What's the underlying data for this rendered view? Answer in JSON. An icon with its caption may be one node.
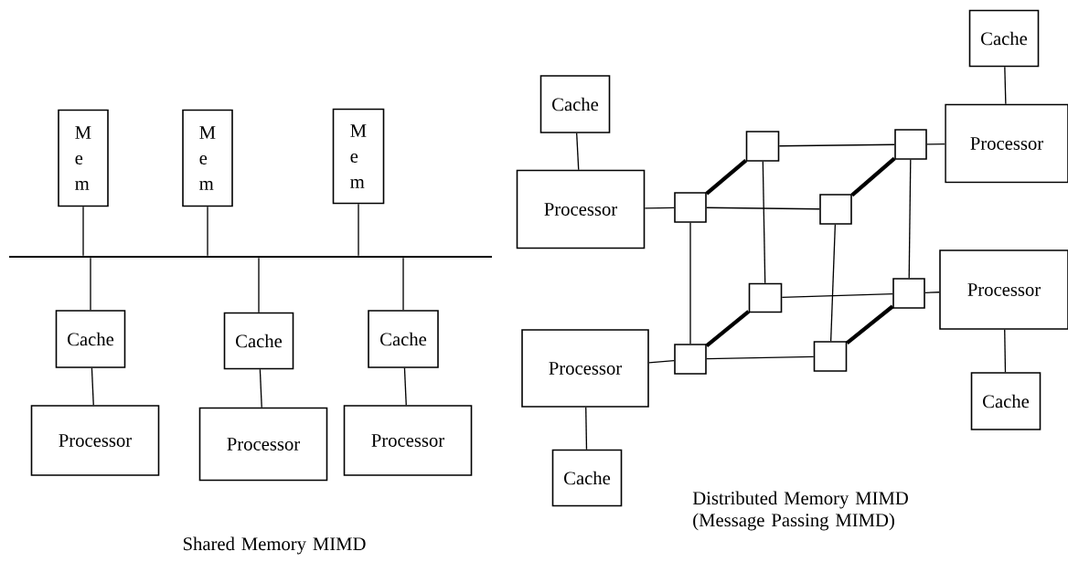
{
  "diagram": {
    "nodes": [
      {
        "text": [
          "M e m"
        ]
      },
      {
        "text": [
          "M e m"
        ]
      },
      {
        "text": [
          "M e m"
        ]
      },
      {
        "text": [],
        "shape": "bar"
      },
      {
        "text": [
          "Cache"
        ]
      },
      {
        "text": [
          "Cache"
        ]
      },
      {
        "text": [
          "Cache"
        ]
      },
      {
        "text": [
          "Processor"
        ]
      },
      {
        "text": [
          "Processor"
        ]
      },
      {
        "text": [
          "Processor"
        ]
      },
      {
        "text": [
          "Cache"
        ]
      },
      {
        "text": [
          "Processor"
        ]
      },
      {
        "text": [
          "Cache"
        ]
      },
      {
        "text": [
          "Processor"
        ]
      },
      {
        "text": [],
        "shape": "box"
      },
      {
        "text": [],
        "shape": "box"
      },
      {
        "text": [],
        "shape": "box"
      },
      {
        "text": [],
        "shape": "box"
      },
      {
        "text": [],
        "shape": "box"
      },
      {
        "text": [],
        "shape": "box"
      },
      {
        "text": [],
        "shape": "box"
      },
      {
        "text": [],
        "shape": "box"
      },
      {
        "text": [
          "Processor"
        ]
      },
      {
        "text": [
          "Cache"
        ]
      },
      {
        "text": [
          "Processor"
        ]
      },
      {
        "text": [
          "Cache"
        ]
      }
    ],
    "edges": [
      {
        "from": 0,
        "to": 3,
        "arrow": "none"
      },
      {
        "from": 1,
        "to": 3,
        "arrow": "none"
      },
      {
        "from": 2,
        "to": 3,
        "arrow": "none"
      },
      {
        "from": 3,
        "to": 4,
        "arrow": "none"
      },
      {
        "from": 3,
        "to": 5,
        "arrow": "none"
      },
      {
        "from": 3,
        "to": 6,
        "arrow": "none"
      },
      {
        "from": 4,
        "to": 7,
        "arrow": "none"
      },
      {
        "from": 5,
        "to": 8,
        "arrow": "none"
      },
      {
        "from": 6,
        "to": 9,
        "arrow": "none"
      },
      {
        "from": 10,
        "to": 11,
        "arrow": "none"
      },
      {
        "from": 12,
        "to": 13,
        "arrow": "none"
      },
      {
        "from": 11,
        "to": 16,
        "arrow": "none"
      },
      {
        "from": 15,
        "to": 13,
        "arrow": "none"
      },
      {
        "from": 19,
        "to": 22,
        "arrow": "none"
      },
      {
        "from": 24,
        "to": 20,
        "arrow": "none"
      },
      {
        "from": 22,
        "to": 23,
        "arrow": "none"
      },
      {
        "from": 24,
        "to": 25,
        "arrow": "none"
      },
      {
        "from": 14,
        "to": 15,
        "arrow": "none"
      },
      {
        "from": 16,
        "to": 17,
        "arrow": "none"
      },
      {
        "from": 18,
        "to": 19,
        "arrow": "none"
      },
      {
        "from": 20,
        "to": 21,
        "arrow": "none"
      },
      {
        "from": 14,
        "to": 18,
        "arrow": "none"
      },
      {
        "from": 15,
        "to": 19,
        "arrow": "none"
      },
      {
        "from": 16,
        "to": 20,
        "arrow": "none"
      },
      {
        "from": 17,
        "to": 21,
        "arrow": "none"
      },
      {
        "from": 16,
        "to": 14,
        "arrow": "none",
        "style": "thick"
      },
      {
        "from": 17,
        "to": 15,
        "arrow": "none",
        "style": "thick"
      },
      {
        "from": 20,
        "to": 18,
        "arrow": "none",
        "style": "thick"
      },
      {
        "from": 21,
        "to": 19,
        "arrow": "none",
        "style": "thick"
      }
    ],
    "labels": [
      "Distributed Memory MIMD (Message Passing MIMD)",
      "Shared Memory MIMD"
    ]
  }
}
